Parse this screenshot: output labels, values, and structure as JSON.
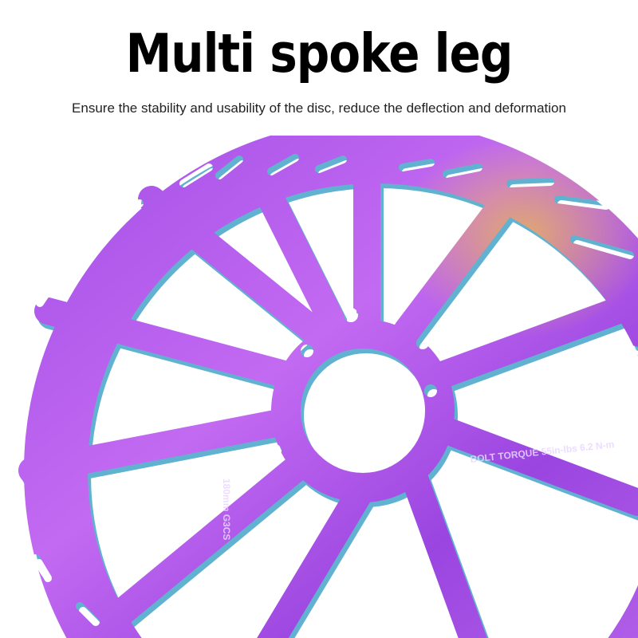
{
  "headline": "Multi spoke leg",
  "subheadline": "Ensure the stability and usability of the disc, reduce the deflection and deformation",
  "rotor": {
    "engraving_torque": "BOLT TORQUE 55in-lbs 6.2 N-m",
    "engraving_size": "180mm G3CS",
    "colors": {
      "main": "#b45ae8",
      "dark": "#7b2fc9",
      "edge_blue": "#3fa0c8",
      "edge_gold": "#d9a040"
    }
  }
}
